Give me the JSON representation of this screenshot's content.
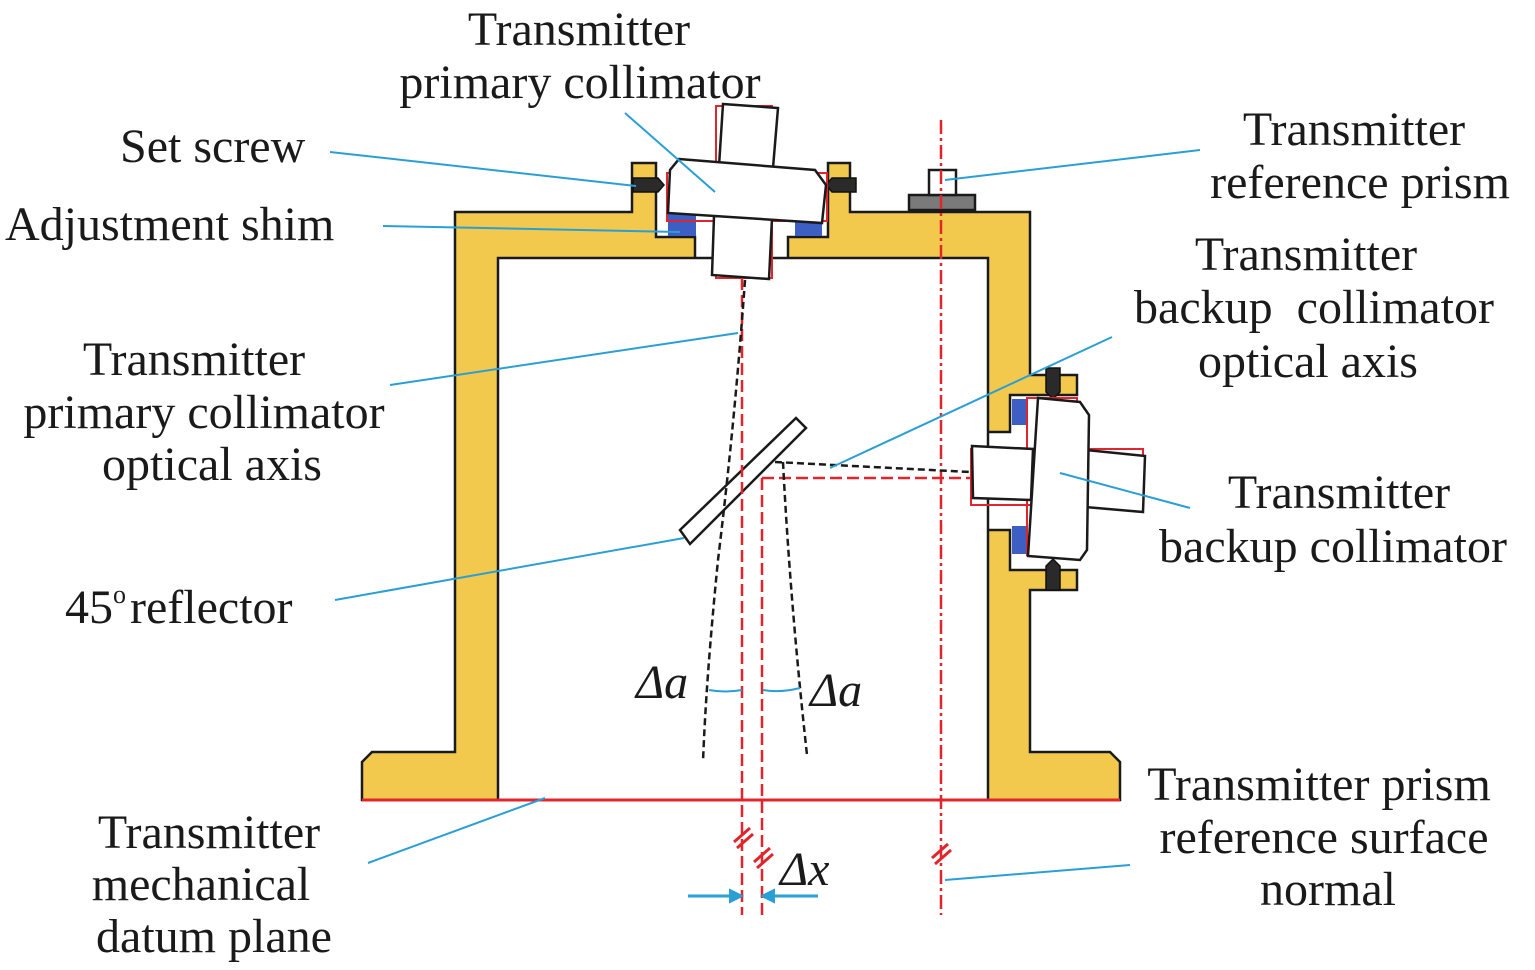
{
  "colors": {
    "housing": "#F2C94C",
    "shim": "#3d5fc4",
    "screw": "#2a2a2a",
    "prism_base": "#7a7a7a",
    "leader": "#2a9fd6",
    "reference_lines": "#e0262c",
    "actual_axis": "#1a1a1a"
  },
  "labels": {
    "primary_collimator": [
      "Transmitter",
      "primary collimator"
    ],
    "set_screw": "Set screw",
    "adjustment_shim": "Adjustment shim",
    "reference_prism": [
      "Transmitter",
      "reference prism"
    ],
    "backup_axis": [
      "Transmitter",
      "backup  collimator",
      "optical axis"
    ],
    "primary_axis": [
      "Transmitter",
      "primary collimator",
      "optical axis"
    ],
    "backup_collimator": [
      "Transmitter",
      "backup collimator"
    ],
    "reflector": {
      "number": "45",
      "degree": "o",
      "text": "reflector"
    },
    "delta_a": "Δa",
    "delta_x": "Δx",
    "datum_plane": [
      "Transmitter",
      "mechanical",
      "datum plane"
    ],
    "prism_normal": [
      "Transmitter prism",
      "reference surface",
      "normal"
    ]
  }
}
